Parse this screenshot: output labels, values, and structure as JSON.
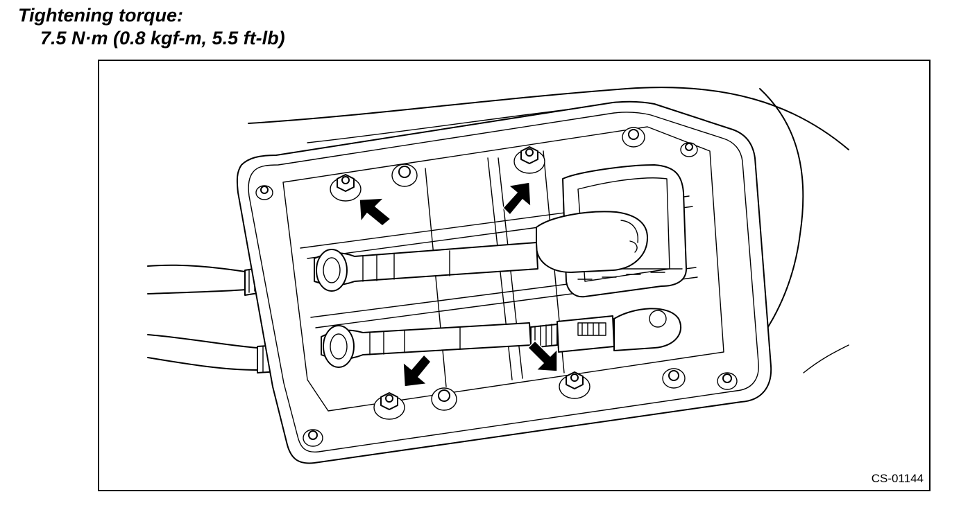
{
  "spec": {
    "title": "Tightening torque:",
    "value": "7.5 N·m (0.8 kgf-m, 5.5 ft-lb)"
  },
  "figure": {
    "code": "CS-01144",
    "icons": [
      "nut-icon",
      "bolt-icon",
      "arrow-icon",
      "cable-icon",
      "shift-lever-base-icon"
    ]
  }
}
